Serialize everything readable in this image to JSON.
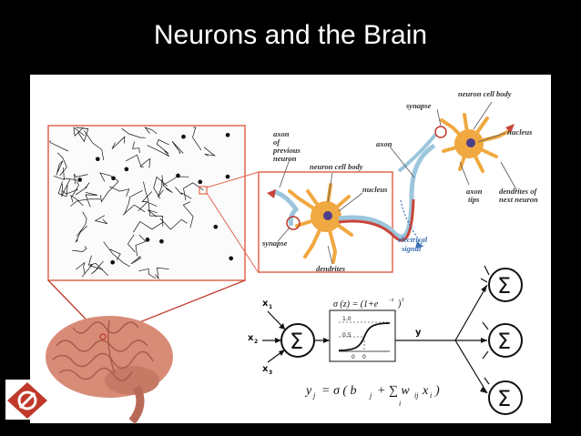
{
  "slide": {
    "title": "Neurons and the Brain"
  },
  "neuron_labels": {
    "axon_previous": [
      "axon",
      "of",
      "previous",
      "neuron"
    ],
    "cell_body_left": "neuron cell body",
    "nucleus_left": "nucleus",
    "synapse_left": "synapse",
    "dendrites": "dendrites",
    "axon": "axon",
    "electrical_signal": [
      "electrical",
      "signal"
    ],
    "synapse_top": "synapse",
    "cell_body_right": "neuron cell body",
    "nucleus_right": "nucleus",
    "axon_tips": [
      "axon",
      "tips"
    ],
    "dendrites_next": [
      "dendrites of",
      "next neuron"
    ]
  },
  "network": {
    "inputs": [
      "x",
      "x",
      "x"
    ],
    "input_subs": [
      "1",
      "2",
      "3"
    ],
    "sum_symbol": "Σ",
    "output_label": "y",
    "sigmoid_formula": "σ (z) = (1+e",
    "sigmoid_exp": "−z",
    "sigmoid_power": "−1",
    "tick_1": "1.0",
    "tick_05": "0.5",
    "tick_0a": "0",
    "tick_0b": "0",
    "equation_left": "y",
    "equation_sub": "j",
    "equation_rest": "= σ ( b",
    "equation_bsub": "j",
    "equation_plus": "+ ∑ w",
    "equation_wsub": "ij",
    "equation_x": "x",
    "equation_xsub": "i",
    "equation_isub": "i",
    "equation_close": ")"
  },
  "colors": {
    "background": "#000000",
    "title": "#ffffff",
    "frame": "#e06650",
    "neuron_orange": "#f0a840",
    "axon_red": "#c8443a",
    "axon_blue": "#9cc6dc",
    "signal_blue": "#3a6fb0"
  }
}
